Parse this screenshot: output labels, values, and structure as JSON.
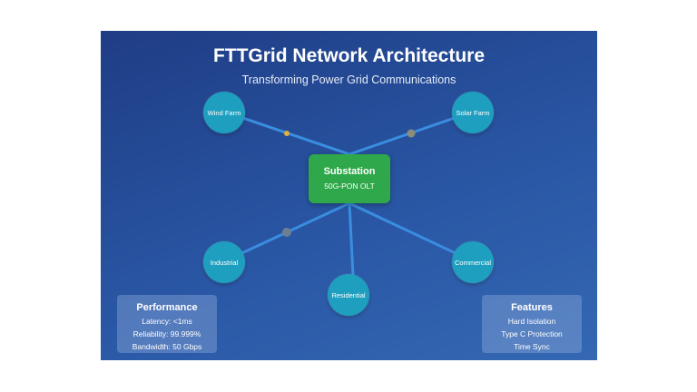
{
  "title": "FTTGrid Network Architecture",
  "subtitle": "Transforming Power Grid Communications",
  "hub": {
    "title": "Substation",
    "subtitle": "50G-PON OLT"
  },
  "nodes": {
    "wind_farm": "Wind Farm",
    "solar_farm": "Solar Farm",
    "industrial": "Industrial",
    "residential": "Residential",
    "commercial": "Commercial"
  },
  "performance": {
    "title": "Performance",
    "lines": [
      "Latency: <1ms",
      "Reliability: 99.999%",
      "Bandwidth: 50 Gbps"
    ]
  },
  "features": {
    "title": "Features",
    "lines": [
      "Hard Isolation",
      "Type C Protection",
      "Time Sync"
    ]
  },
  "colors": {
    "background": "#2a58a6",
    "node": "#1f9fbf",
    "hub": "#2ea84a",
    "link": "#3a8de0",
    "packet_yellow": "#e0b13a",
    "packet_gray": "#8c8c7a"
  }
}
